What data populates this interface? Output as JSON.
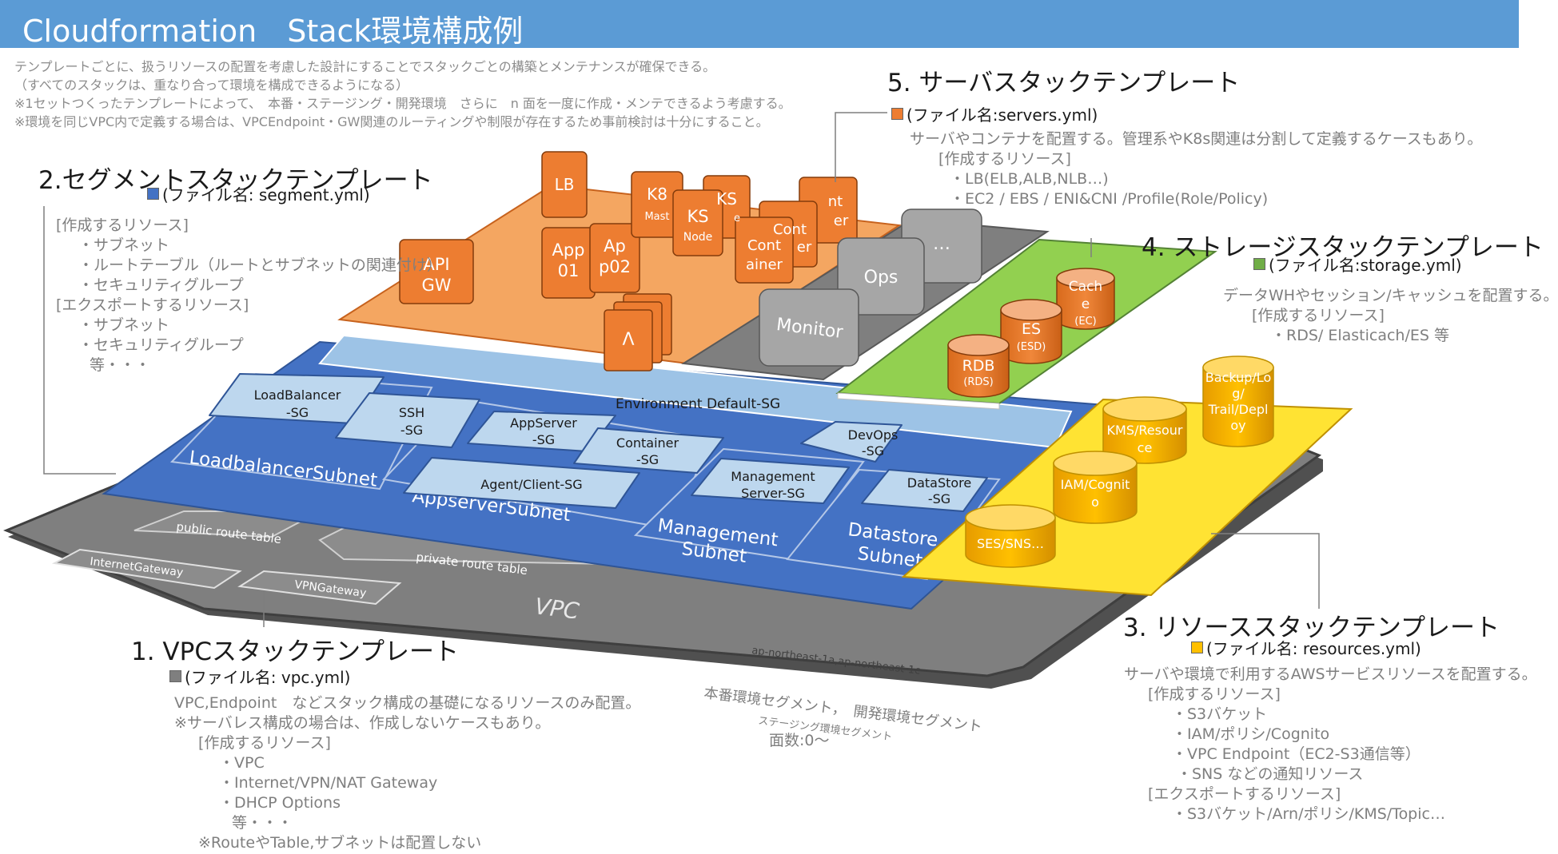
{
  "title": "Cloudformation　Stack環境構成例",
  "intro_notes": [
    "テンプレートごとに、扱うリソースの配置を考慮した設計にすることでスタックごとの構築とメンテナンスが確保できる。",
    "（すべてのスタックは、重なり合って環境を構成できるようになる）",
    "※1セットつくったテンプレートによって、　本番・ステージング・開発環境　さらに　n 面を一度に作成・メンテできるよう考慮する。",
    "※環境を同じVPC内で定義する場合は、VPCEndpoint・GW関連のルーティングや制限が存在するため事前検討は十分にすること。"
  ],
  "colors": {
    "title_bar": "#5b9bd5",
    "vpc": "#7f7f7f",
    "segment": "#4472c4",
    "server": "#ed7d31",
    "storage": "#70ad47",
    "resource": "#ffc000"
  },
  "sections": {
    "vpc": {
      "heading": "1. VPCスタックテンプレート",
      "file": "(ファイル名: vpc.yml)",
      "lines": [
        "VPC,Endpoint　などスタック構成の基礎になるリソースのみ配置。",
        "※サーバレス構成の場合は、作成しないケースもあり。",
        "[作成するリソース]",
        "・VPC",
        "・Internet/VPN/NAT Gateway",
        "・DHCP Options",
        "等・・・",
        "※RouteやTable,サブネットは配置しない"
      ]
    },
    "segment": {
      "heading": "2.セグメントスタックテンプレート",
      "file": "(ファイル名: segment.yml)",
      "lines": [
        "[作成するリソース]",
        "・サブネット",
        "・ルートテーブル（ルートとサブネットの関連付け）",
        "・セキュリティグループ",
        "[エクスポートするリソース]",
        "・サブネット",
        "・セキュリティグループ",
        "等・・・"
      ]
    },
    "resources": {
      "heading": "3. リソーススタックテンプレート",
      "file": "(ファイル名: resources.yml)",
      "lines": [
        "サーバや環境で利用するAWSサービスリソースを配置する。",
        "[作成するリソース]",
        "・S3バケット",
        "・IAM/ポリシ/Cognito",
        "・VPC Endpoint（EC2-S3通信等）",
        "・SNS などの通知リソース",
        "[エクスポートするリソース]",
        "・S3バケット/Arn/ポリシ/KMS/Topic…"
      ]
    },
    "storage": {
      "heading": "4. ストレージスタックテンプレート",
      "file": "(ファイル名:storage.yml)",
      "lines": [
        "データWHやセッション/キャッシュを配置する。",
        "[作成するリソース]",
        "・RDS/ Elasticach/ES 等"
      ]
    },
    "servers": {
      "heading": "5. サーバスタックテンプレート",
      "file": "(ファイル名:servers.yml)",
      "lines": [
        "サーバやコンテナを配置する。管理系やK8s関連は分割して定義するケースもあり。",
        "[作成するリソース]",
        "・LB(ELB,ALB,NLB…)",
        "・EC2 / EBS / ENI&CNI /Profile(Role/Policy)"
      ]
    }
  },
  "layers": {
    "vpc_label": "VPC",
    "az_label": "ap-northeast-1a,ap-northeast-1c",
    "public_route_table": "public route table",
    "private_route_table": "private route table",
    "internet_gateway": "InternetGateway",
    "vpn_gateway": "VPNGateway",
    "subnets": [
      "LoadbalancerSubnet",
      "AppserverSubnet",
      "Management",
      "Subnet",
      "Datastore",
      "Subnet"
    ],
    "default_sg": "Environment Default-SG",
    "security_groups": [
      [
        "LoadBalancer",
        "-SG"
      ],
      [
        "SSH",
        "-SG"
      ],
      [
        "AppServer",
        "-SG"
      ],
      [
        "Container",
        "-SG"
      ],
      [
        "Agent/Client-SG"
      ],
      [
        "DevOps",
        "-SG"
      ],
      [
        "Management",
        "Server-SG"
      ],
      [
        "DataStore",
        "-SG"
      ]
    ],
    "servers": [
      [
        "LB"
      ],
      [
        "API",
        "GW"
      ],
      [
        "App",
        "01"
      ],
      [
        "Ap",
        "p02"
      ],
      [
        "Λ"
      ],
      [
        "K8",
        "Mast"
      ],
      [
        "KS",
        "e"
      ],
      [
        "KS",
        "Node"
      ],
      [
        "Cont",
        "ainer"
      ],
      [
        "Cont",
        "er"
      ],
      [
        "nt",
        "er"
      ]
    ],
    "mgmt": [
      "…",
      "Ops",
      "Monitor"
    ],
    "storage_items": [
      [
        "Cach",
        "e",
        "(EC)"
      ],
      [
        "ES",
        "(ESD)"
      ],
      [
        "RDB",
        "(RDS)"
      ]
    ],
    "resource_items": [
      [
        "Backup/Lo",
        "g/",
        "Trail/Depl",
        "oy"
      ],
      [
        "KMS/Resour",
        "ce"
      ],
      [
        "IAM/Cognit",
        "o"
      ],
      [
        "SES/SNS…"
      ]
    ]
  },
  "environment_note": {
    "line1": "本番環境セグメント，　開発環境セグメント",
    "line2": "ステージング環境セグメント",
    "line3": "面数:0〜"
  }
}
